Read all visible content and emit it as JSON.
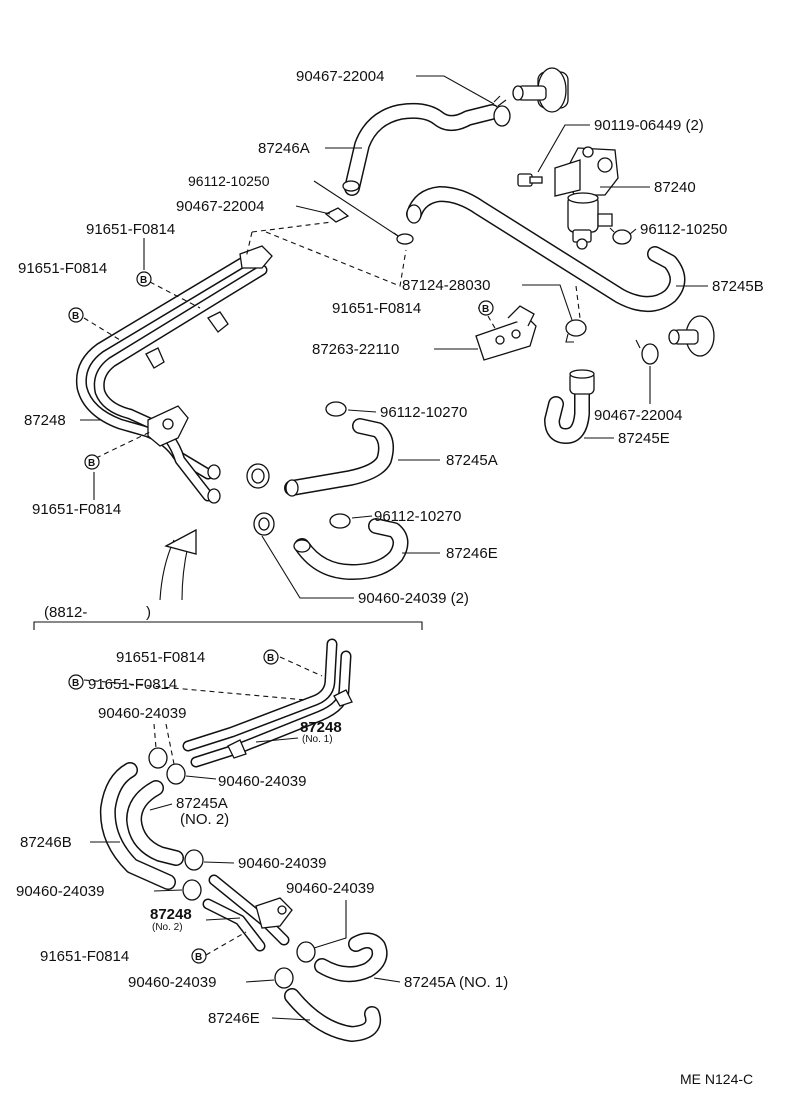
{
  "labels": {
    "l_90467_top": "90467-22004",
    "l_90119": "90119-06449 (2)",
    "l_87246A": "87246A",
    "l_87240": "87240",
    "l_96112_10250_a": "96112-10250",
    "l_90467_mid": "90467-22004",
    "l_96112_10250_b": "96112-10250",
    "l_91651_a": "91651-F0814",
    "l_91651_b": "91651-F0814",
    "l_87245B": "87245B",
    "l_87124": "87124-28030",
    "l_91651_c": "91651-F0814",
    "l_87263": "87263-22110",
    "l_90467_low": "90467-22004",
    "l_87248": "87248",
    "l_96112_10270_a": "96112-10270",
    "l_87245E": "87245E",
    "l_87245A": "87245A",
    "l_91651_d": "91651-F0814",
    "l_96112_10270_b": "96112-10270",
    "l_87246E": "87246E",
    "l_90460_2": "90460-24039 (2)",
    "l_8812": "(8812-",
    "l_8812_close": ")",
    "l_91651_e": "91651-F0814",
    "l_91651_f": "91651-F0814",
    "l_90460_a": "90460-24039",
    "l_87248_no1": "87248",
    "l_no1": "(No. 1)",
    "l_90460_b": "90460-24039",
    "l_87245A_no2": "87245A",
    "l_no2_paren": "(NO. 2)",
    "l_87246B": "87246B",
    "l_90460_c": "90460-24039",
    "l_90460_d": "90460-24039",
    "l_90460_e": "90460-24039",
    "l_87248_no2": "87248",
    "l_no2_small": "(No. 2)",
    "l_91651_g": "91651-F0814",
    "l_87245A_no1": "87245A (NO. 1)",
    "l_90460_f": "90460-24039",
    "l_87246E_b": "87246E",
    "l_code": "ME  N124-C"
  },
  "bolt_letter": "B"
}
